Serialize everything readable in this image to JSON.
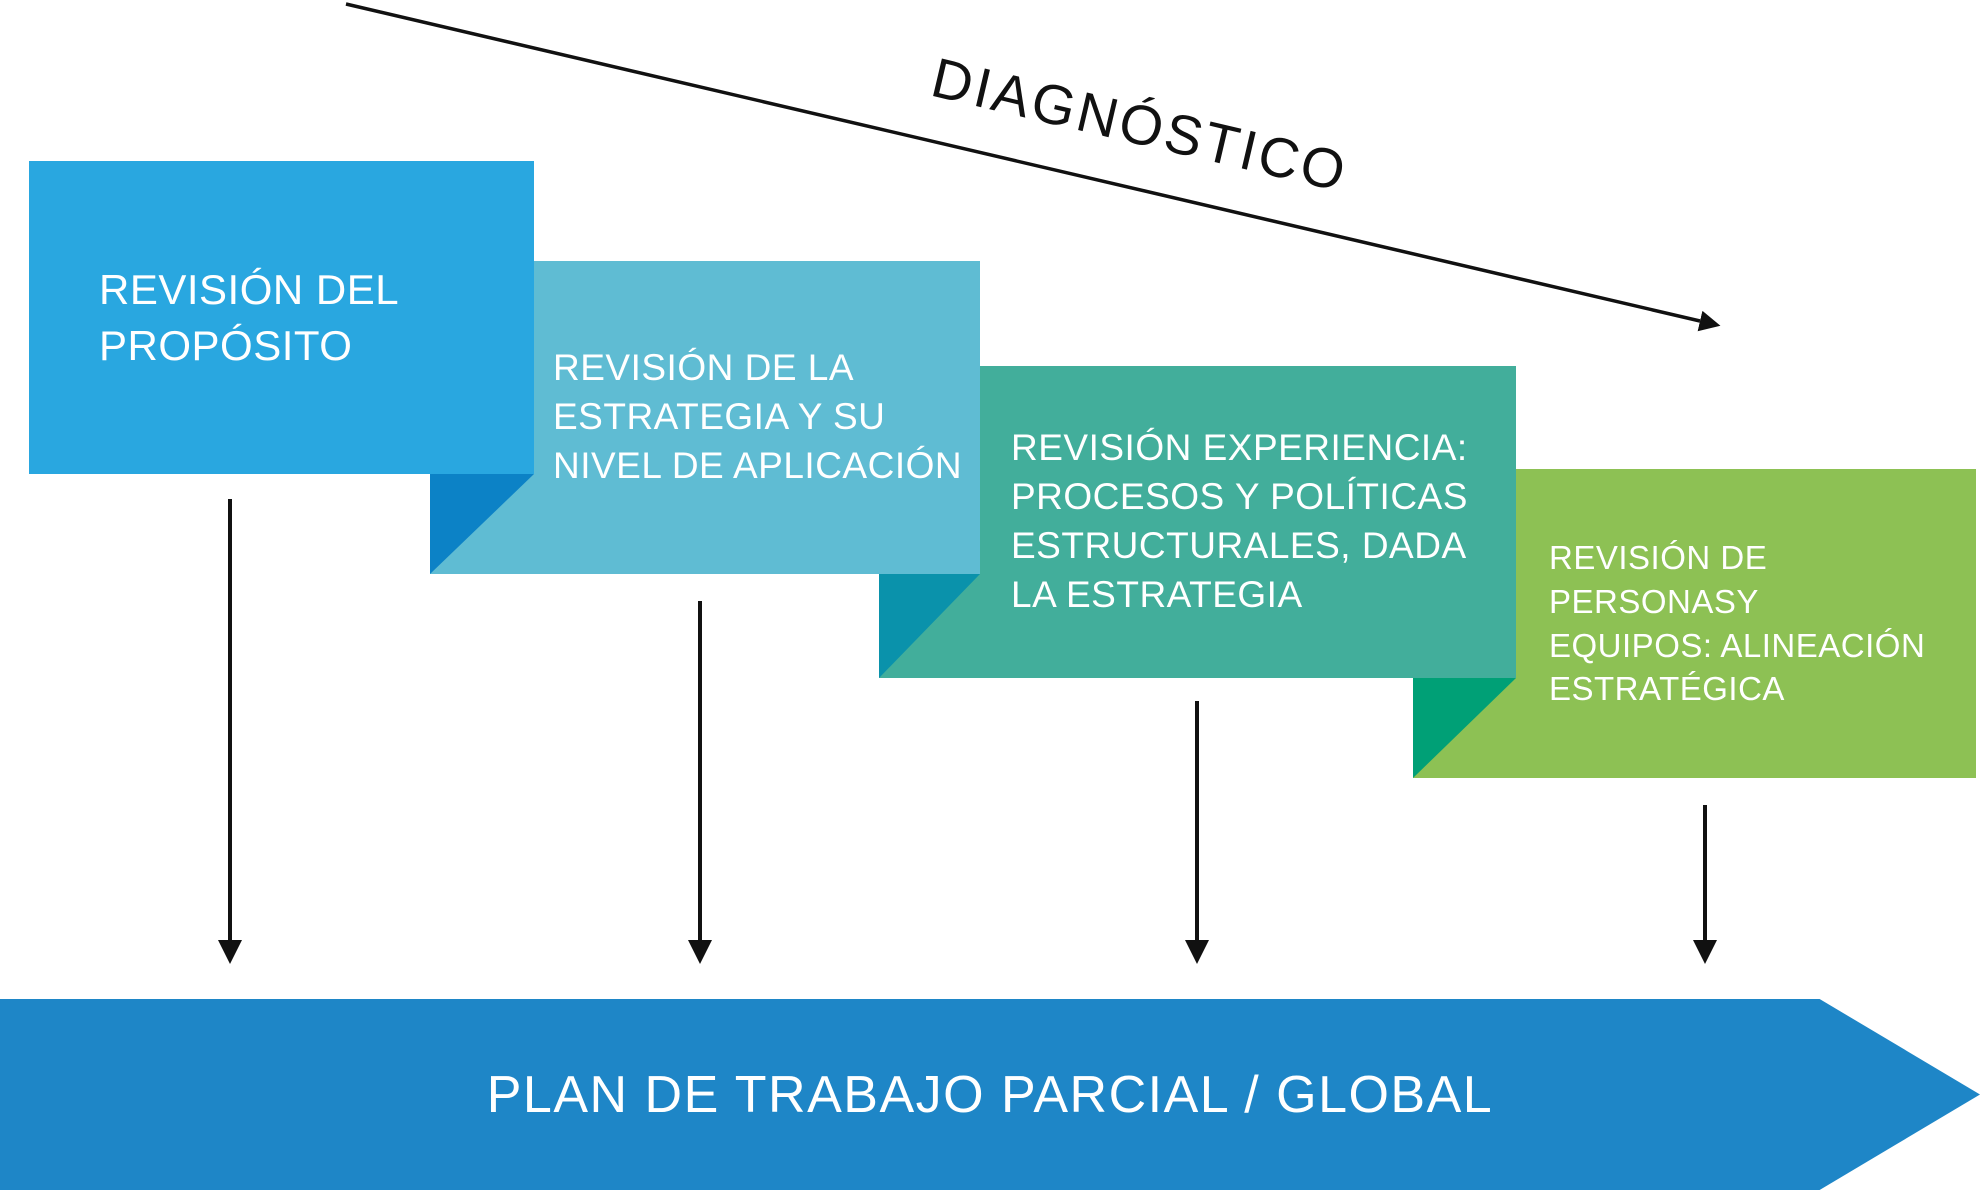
{
  "diagnostic": {
    "label": "DIAGNÓSTICO"
  },
  "boxes": [
    {
      "label": "REVISIÓN DEL\nPROPÓSITO",
      "color": "#29A7E0",
      "fold_color": "#0C82C6"
    },
    {
      "label": "REVISIÓN DE LA\nESTRATEGIA Y SU\nNIVEL DE APLICACIÓN",
      "color": "#5FBCD3",
      "fold_color": "#0A92AB"
    },
    {
      "label": "REVISIÓN EXPERIENCIA:\nPROCESOS Y POLÍTICAS\nESTRUCTURALES, DADA\nLA ESTRATEGIA",
      "color": "#42AE9B",
      "fold_color": "#00A076"
    },
    {
      "label": "REVISIÓN DE PERSONASY\nEQUIPOS: ALINEACIÓN\nESTRATÉGICA",
      "color": "#8DC154"
    }
  ],
  "bottom_arrow": {
    "label": "PLAN DE TRABAJO PARCIAL / GLOBAL",
    "color": "#1E86C7"
  },
  "arrow_color": "#111111"
}
